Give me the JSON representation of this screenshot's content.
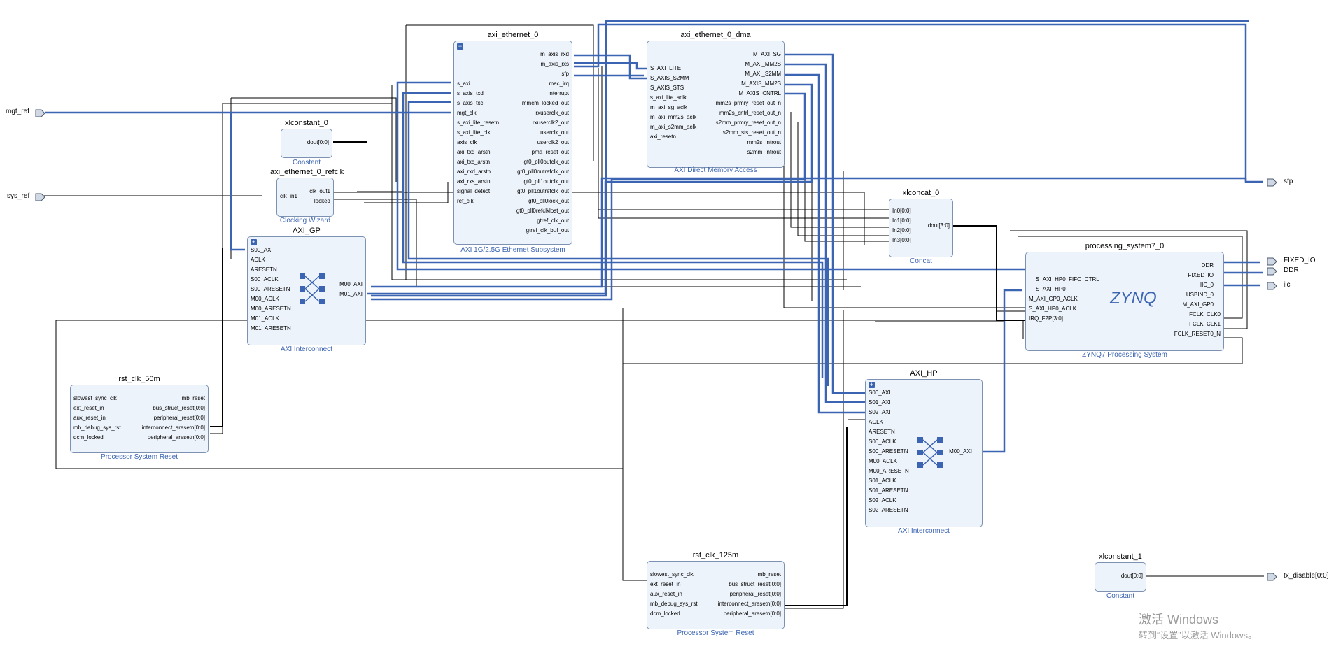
{
  "external_ports": {
    "mgt_ref": "mgt_ref",
    "sys_ref": "sys_ref",
    "sfp": "sfp",
    "fixed_io": "FIXED_IO",
    "ddr": "DDR",
    "iic": "iic",
    "tx_disable": "tx_disable[0:0]"
  },
  "blocks": {
    "axi_ethernet_0": {
      "name": "axi_ethernet_0",
      "sub": "AXI 1G/2.5G Ethernet Subsystem",
      "left": [
        "s_axi",
        "s_axis_txd",
        "s_axis_txc",
        "mgt_clk",
        "s_axi_lite_resetn",
        "s_axi_lite_clk",
        "axis_clk",
        "axi_txd_arstn",
        "axi_txc_arstn",
        "axi_rxd_arstn",
        "axi_rxs_arstn",
        "signal_detect",
        "ref_clk"
      ],
      "right": [
        "m_axis_rxd",
        "m_axis_rxs",
        "sfp",
        "mac_irq",
        "interrupt",
        "mmcm_locked_out",
        "rxuserclk_out",
        "rxuserclk2_out",
        "userclk_out",
        "userclk2_out",
        "pma_reset_out",
        "gt0_pll0outclk_out",
        "gt0_pll0outrefclk_out",
        "gt0_pll1outclk_out",
        "gt0_pll1outrefclk_out",
        "gt0_pll0lock_out",
        "gt0_pll0refclklost_out",
        "gtref_clk_out",
        "gtref_clk_buf_out"
      ]
    },
    "axi_ethernet_0_dma": {
      "name": "axi_ethernet_0_dma",
      "sub": "AXI Direct Memory Access",
      "left": [
        "S_AXI_LITE",
        "S_AXIS_S2MM",
        "S_AXIS_STS",
        "s_axi_lite_aclk",
        "m_axi_sg_aclk",
        "m_axi_mm2s_aclk",
        "m_axi_s2mm_aclk",
        "axi_resetn"
      ],
      "right": [
        "M_AXI_SG",
        "M_AXI_MM2S",
        "M_AXI_S2MM",
        "M_AXIS_MM2S",
        "M_AXIS_CNTRL",
        "mm2s_prmry_reset_out_n",
        "mm2s_cntrl_reset_out_n",
        "s2mm_prmry_reset_out_n",
        "s2mm_sts_reset_out_n",
        "mm2s_introut",
        "s2mm_introut"
      ]
    },
    "xlconstant_0": {
      "name": "xlconstant_0",
      "sub": "Constant",
      "right": [
        "dout[0:0]"
      ]
    },
    "axi_ethernet_0_refclk": {
      "name": "axi_ethernet_0_refclk",
      "sub": "Clocking Wizard",
      "left": [
        "clk_in1"
      ],
      "right": [
        "clk_out1",
        "locked"
      ]
    },
    "axi_gp": {
      "name": "AXI_GP",
      "sub": "AXI Interconnect",
      "left": [
        "S00_AXI",
        "ACLK",
        "ARESETN",
        "S00_ACLK",
        "S00_ARESETN",
        "M00_ACLK",
        "M00_ARESETN",
        "M01_ACLK",
        "M01_ARESETN"
      ],
      "right": [
        "M00_AXI",
        "M01_AXI"
      ]
    },
    "rst_clk_50m": {
      "name": "rst_clk_50m",
      "sub": "Processor System Reset",
      "left": [
        "slowest_sync_clk",
        "ext_reset_in",
        "aux_reset_in",
        "mb_debug_sys_rst",
        "dcm_locked"
      ],
      "right": [
        "mb_reset",
        "bus_struct_reset[0:0]",
        "peripheral_reset[0:0]",
        "interconnect_aresetn[0:0]",
        "peripheral_aresetn[0:0]"
      ]
    },
    "xlconcat_0": {
      "name": "xlconcat_0",
      "sub": "Concat",
      "left": [
        "In0[0:0]",
        "In1[0:0]",
        "In2[0:0]",
        "In3[0:0]"
      ],
      "right": [
        "dout[3:0]"
      ]
    },
    "processing_system7_0": {
      "name": "processing_system7_0",
      "sub": "ZYNQ7 Processing System",
      "logo": "ZYNQ",
      "left": [
        "S_AXI_HP0_FIFO_CTRL",
        "S_AXI_HP0",
        "M_AXI_GP0_ACLK",
        "S_AXI_HP0_ACLK",
        "IRQ_F2P[3:0]"
      ],
      "right": [
        "DDR",
        "FIXED_IO",
        "IIC_0",
        "USBIND_0",
        "M_AXI_GP0",
        "FCLK_CLK0",
        "FCLK_CLK1",
        "FCLK_RESET0_N"
      ]
    },
    "axi_hp": {
      "name": "AXI_HP",
      "sub": "AXI Interconnect",
      "left": [
        "S00_AXI",
        "S01_AXI",
        "S02_AXI",
        "ACLK",
        "ARESETN",
        "S00_ACLK",
        "S00_ARESETN",
        "M00_ACLK",
        "M00_ARESETN",
        "S01_ACLK",
        "S01_ARESETN",
        "S02_ACLK",
        "S02_ARESETN"
      ],
      "right": [
        "M00_AXI"
      ]
    },
    "rst_clk_125m": {
      "name": "rst_clk_125m",
      "sub": "Processor System Reset",
      "left": [
        "slowest_sync_clk",
        "ext_reset_in",
        "aux_reset_in",
        "mb_debug_sys_rst",
        "dcm_locked"
      ],
      "right": [
        "mb_reset",
        "bus_struct_reset[0:0]",
        "peripheral_reset[0:0]",
        "interconnect_aresetn[0:0]",
        "peripheral_aresetn[0:0]"
      ]
    },
    "xlconstant_1": {
      "name": "xlconstant_1",
      "sub": "Constant",
      "right": [
        "dout[0:0]"
      ]
    }
  },
  "watermark": {
    "line1": "激活 Windows",
    "line2": "转到“设置”以激活 Windows。"
  },
  "colors": {
    "block_fill": "#edf3fb",
    "block_border": "#7d92b3",
    "bus_wire": "#3b64b2",
    "net_wire": "#000000",
    "subtitle": "#3b64b2"
  }
}
